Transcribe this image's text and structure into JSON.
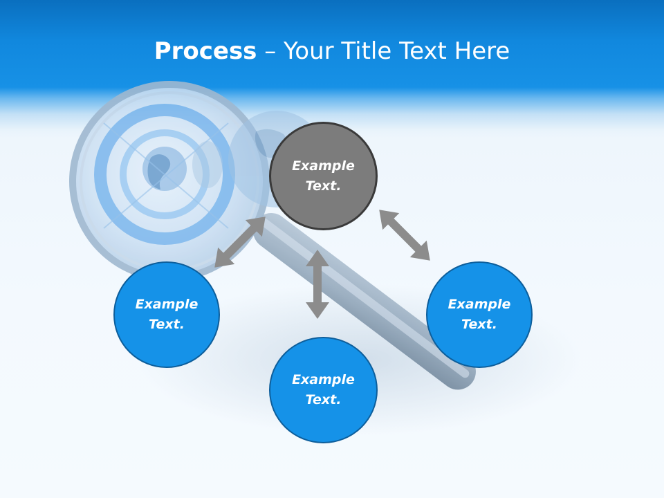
{
  "slide": {
    "title_bold": "Process",
    "title_rest": " – Your Title Text Here"
  },
  "nodes": {
    "top": "Example\nText.",
    "left": "Example\nText.",
    "right": "Example\nText.",
    "bottom": "Example\nText."
  },
  "colors": {
    "header_blue": "#1791e6",
    "node_blue": "#1592e8",
    "node_gray": "#7c7c7c",
    "arrow_gray": "#8c8c8c"
  }
}
